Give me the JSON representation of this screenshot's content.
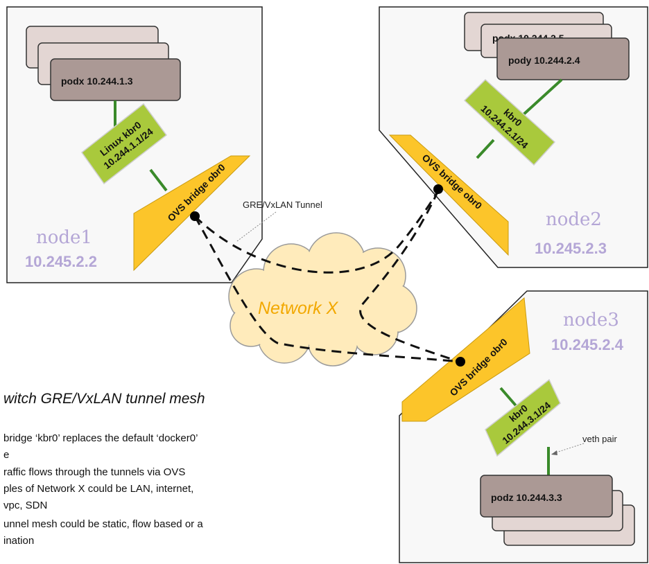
{
  "nodes": {
    "node1": {
      "name": "node1",
      "ip": "10.245.2.2",
      "bridge": "OVS bridge obr0",
      "kbr_line1": "Linux kbr0",
      "kbr_line2": "10.244.1.1/24",
      "pod_front": "podx  10.244.1.3"
    },
    "node2": {
      "name": "node2",
      "ip": "10.245.2.3",
      "bridge": "OVS bridge obr0",
      "kbr_line1": "kbr0",
      "kbr_line2": "10.244.2.1/24",
      "pod_back": "podx  10.244.2.5",
      "pod_front": "pody   10.244.2.4"
    },
    "node3": {
      "name": "node3",
      "ip": "10.245.2.4",
      "bridge": "OVS bridge obr0",
      "kbr_line1": "kbr0",
      "kbr_line2": "10.244.3.1/24",
      "pod_front": "podz  10.244.3.3"
    }
  },
  "network_label": "Network X",
  "annotations": {
    "tunnel": "GRE/VxLAN Tunnel",
    "veth": "veth pair"
  },
  "colors": {
    "pod_front": "#ab9995",
    "pod_back": "#e3d6d3",
    "kbr": "#a9c93c",
    "obr": "#fcc52a",
    "link": "#3a8a2a",
    "node_label": "#b4a6d6",
    "network_label": "#f2a800"
  },
  "text_block": {
    "title": "witch GRE/VxLAN tunnel mesh",
    "lines": [
      "bridge ‘kbr0’ replaces the default ‘docker0’",
      "e",
      "raffic flows through the tunnels via OVS",
      "ples of Network X could be LAN, internet,",
      "vpc, SDN",
      "unnel mesh could be static, flow based or a",
      "ination"
    ]
  }
}
